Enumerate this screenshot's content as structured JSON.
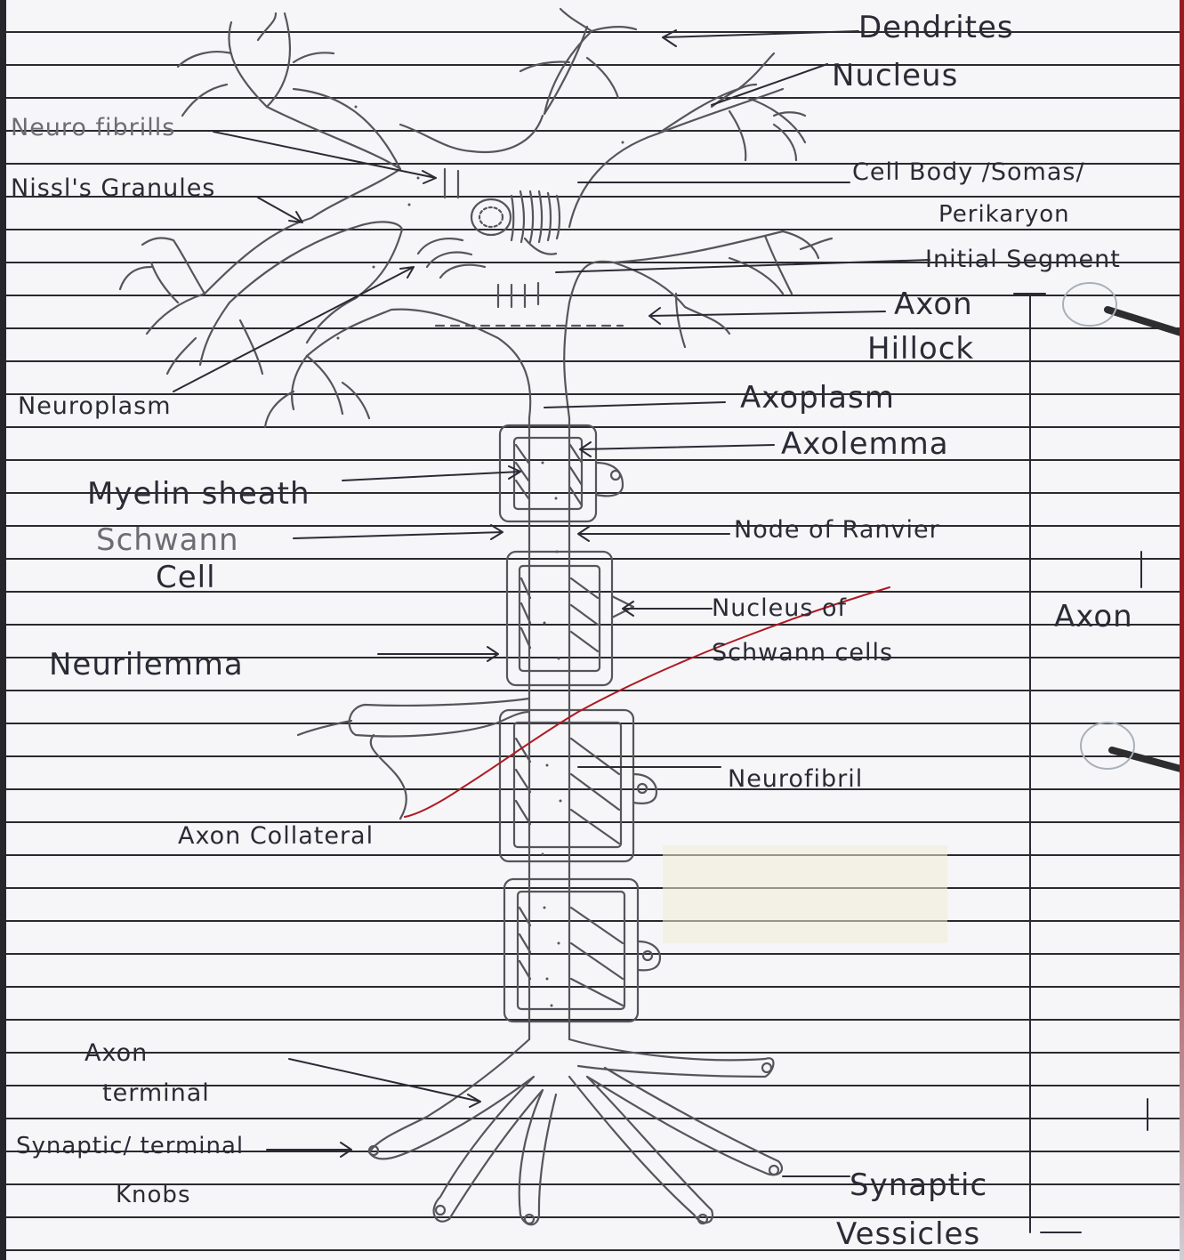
{
  "labels": {
    "dendrites": "Dendrites",
    "nucleus": "Nucleus",
    "neurofibrills": "Neuro fibrills",
    "nissls_granules": "Nissl's Granules",
    "cell_body": "Cell Body /Somas/",
    "perikaryon": "Perikaryon",
    "initial_segment": "Initial Segment",
    "axon_hillock_1": "Axon",
    "axon_hillock_2": "Hillock",
    "neuroplasm": "Neuroplasm",
    "axoplasm": "Axoplasm",
    "axolemma": "Axolemma",
    "myelin_sheath": "Myelin sheath",
    "schwann_cell_1": "Schwann",
    "schwann_cell_2": "Cell",
    "node_of_ranvier": "Node of Ranvier",
    "nucleus_schwann_1": "Nucleus of",
    "nucleus_schwann_2": "Schwann cells",
    "axon": "Axon",
    "neurilemma": "Neurilemma",
    "neurofibril": "Neurofibril",
    "axon_collateral": "Axon Collateral",
    "axon_terminal_1": "Axon",
    "axon_terminal_2": "terminal",
    "synaptic_knobs_1": "Synaptic/ terminal",
    "synaptic_knobs_2": "Knobs",
    "synaptic_vesicles_1": "Synaptic",
    "synaptic_vesicles_2": "Vessicles"
  },
  "colors": {
    "ink": "#2b2b36",
    "pencil": "#55555c",
    "red_pen": "#b01822",
    "ruled_line": "#2a2a2e"
  }
}
